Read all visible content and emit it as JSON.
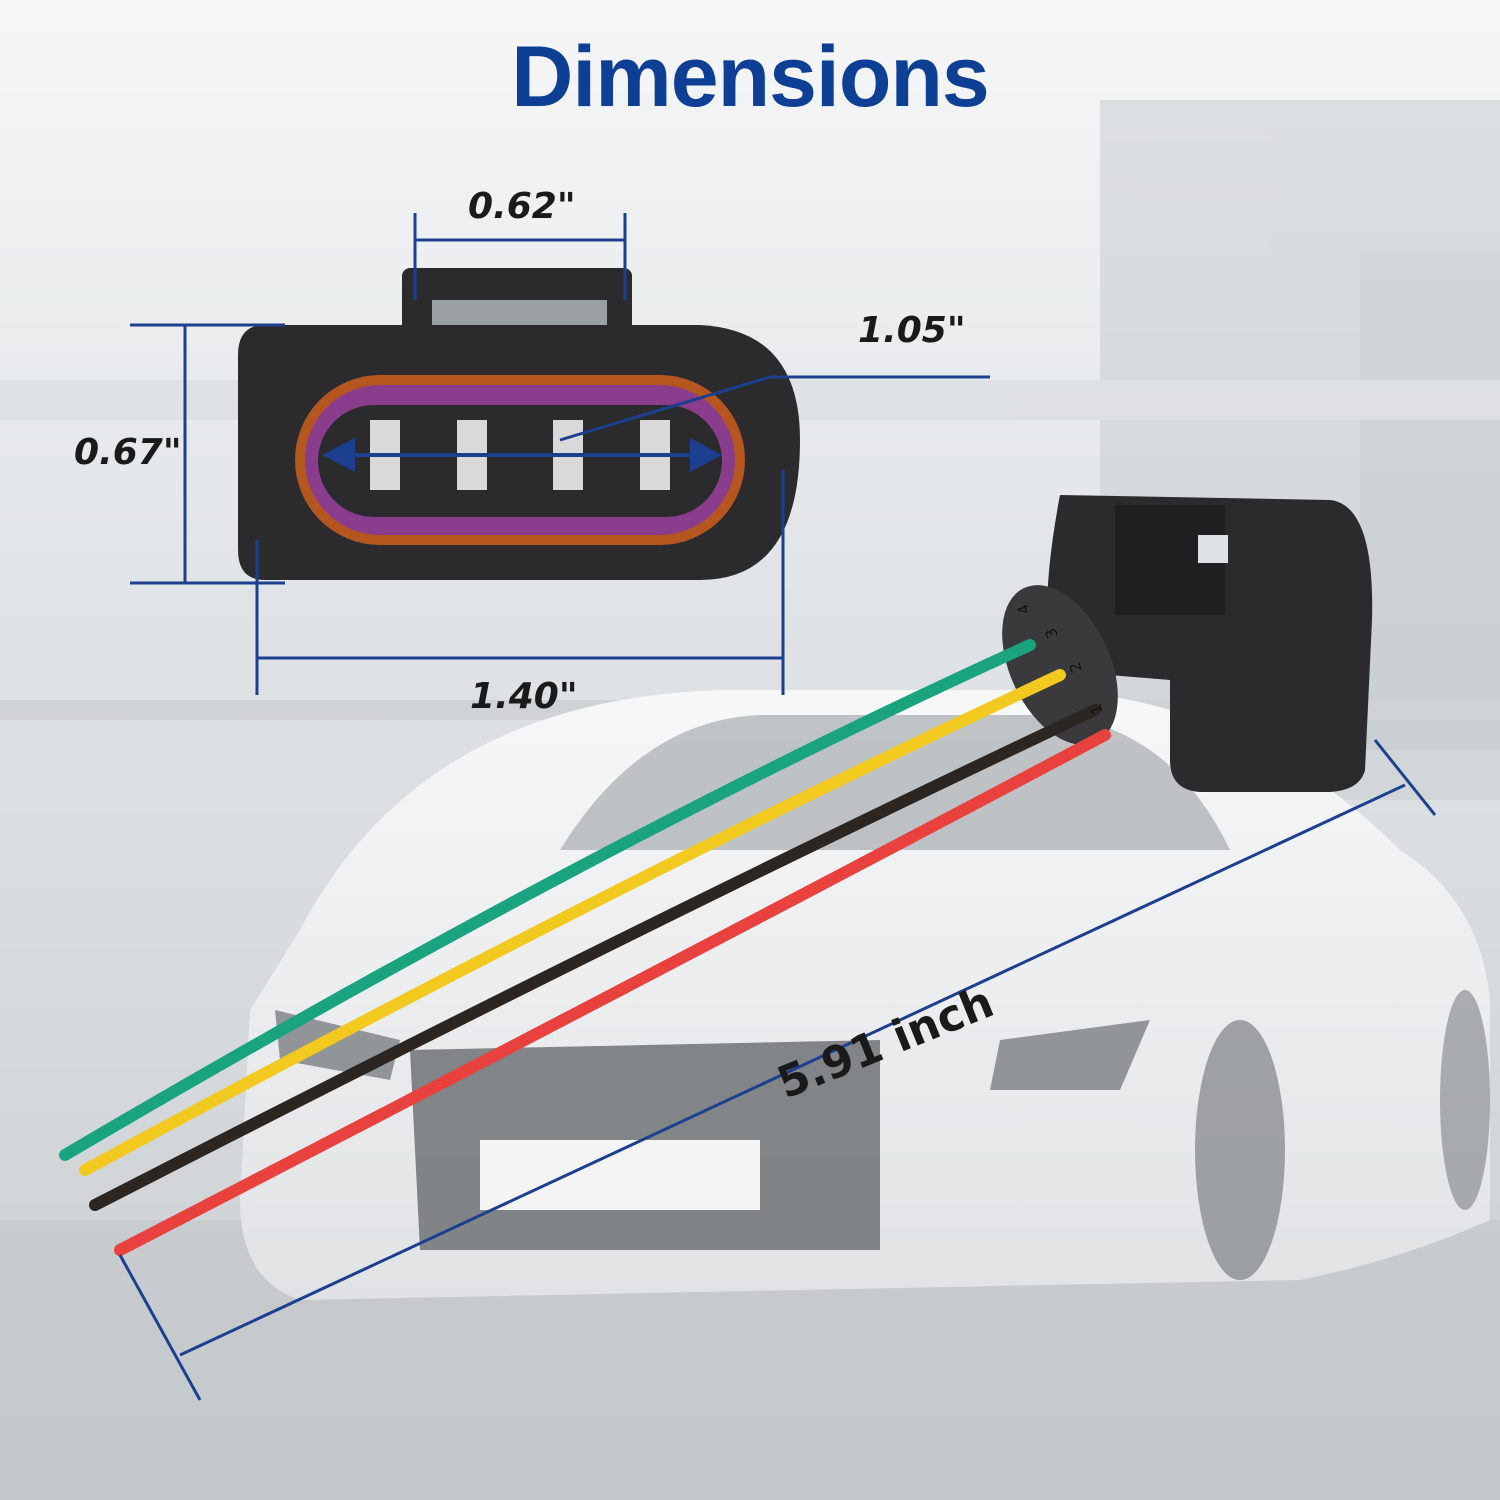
{
  "title": "Dimensions",
  "dimensions": {
    "latch_width": "0.62\"",
    "pin_span": "1.05\"",
    "height": "0.67\"",
    "width": "1.40\"",
    "wire_length": "5.91 inch"
  },
  "pin_labels": [
    "1",
    "2",
    "3",
    "4"
  ],
  "wire_colors": [
    "#e8413e",
    "#2c2622",
    "#f2c91f",
    "#1aa37f"
  ],
  "colors": {
    "title": "#0d3f94",
    "dimension_line": "#1c3f8f",
    "connector_body": "#2b2b2d",
    "seal_orange": "#b5561f",
    "insert_purple": "#8a3d8c"
  }
}
